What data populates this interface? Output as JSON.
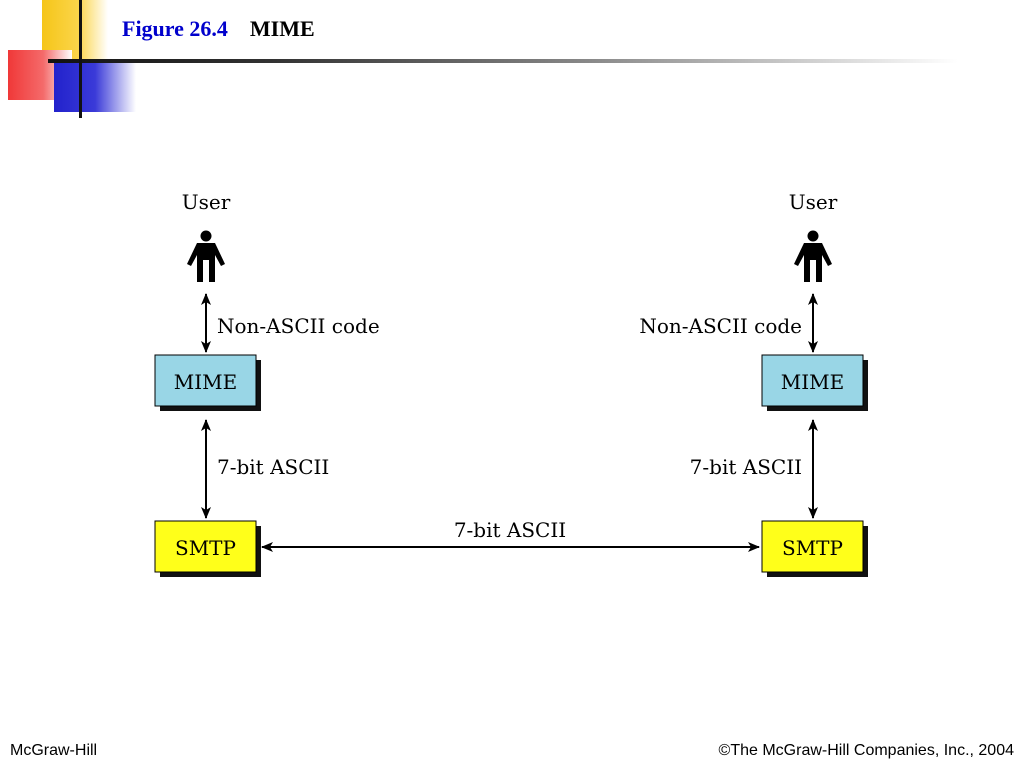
{
  "header": {
    "figure_number": "Figure 26.4",
    "figure_name": "MIME"
  },
  "diagram": {
    "left": {
      "user_label": "User",
      "top_link_label": "Non-ASCII code",
      "mime_box": "MIME",
      "mid_link_label": "7-bit ASCII",
      "smtp_box": "SMTP"
    },
    "right": {
      "user_label": "User",
      "top_link_label": "Non-ASCII code",
      "mime_box": "MIME",
      "mid_link_label": "7-bit ASCII",
      "smtp_box": "SMTP"
    },
    "bottom_link_label": "7-bit ASCII",
    "colors": {
      "mime_fill": "#99d6e6",
      "smtp_fill": "#ffff1a",
      "shadow": "#111111"
    }
  },
  "footer": {
    "left": "McGraw-Hill",
    "right": "©The McGraw-Hill Companies, Inc., 2004"
  }
}
